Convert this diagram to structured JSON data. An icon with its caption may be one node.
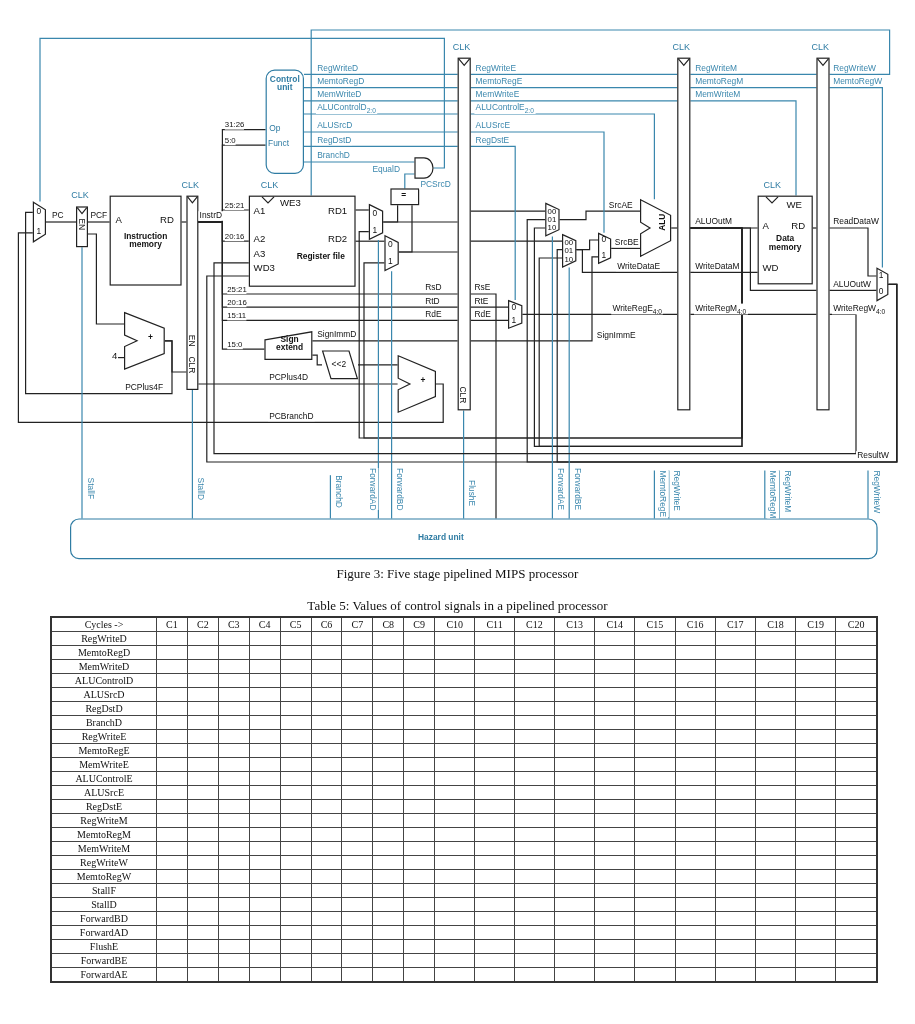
{
  "diagram": {
    "caption": "Figure 3: Five stage pipelined MIPS processor",
    "nodes": [
      {
        "text": [
          "0",
          "1"
        ]
      },
      {
        "text": [
          "EN"
        ],
        "beside": [
          "CLK"
        ]
      },
      {
        "text": [
          "A",
          "RD",
          "Instruction memory"
        ]
      },
      {
        "text": [
          "EN",
          "CLR"
        ],
        "beside": [
          "CLK"
        ]
      },
      {
        "text": [
          "+"
        ],
        "beside": [
          "4"
        ]
      },
      {
        "text": [
          "Control unit",
          "Op",
          "Funct"
        ]
      },
      {
        "text": [
          "WE3",
          "A1",
          "A2",
          "A3",
          "WD3",
          "RD1",
          "RD2",
          "Register file"
        ],
        "beside": [
          "CLK"
        ]
      },
      {
        "text": [
          "0",
          "1"
        ]
      },
      {
        "text": [
          "0",
          "1"
        ]
      },
      {
        "text": [
          "="
        ]
      },
      {
        "text": [],
        "shape": "gate"
      },
      {
        "text": [
          "Sign extend"
        ]
      },
      {
        "text": [
          "<<2"
        ]
      },
      {
        "text": [
          "+"
        ]
      },
      {
        "text": [
          "CLR"
        ],
        "beside": [
          "CLK"
        ]
      },
      {
        "text": [
          "00",
          "01",
          "10"
        ]
      },
      {
        "text": [
          "00",
          "01",
          "10"
        ]
      },
      {
        "text": [
          "0",
          "1"
        ]
      },
      {
        "text": [
          "ALU"
        ]
      },
      {
        "text": [
          "0",
          "1"
        ]
      },
      {
        "text": [],
        "shape": "bar",
        "beside": [
          "CLK"
        ]
      },
      {
        "text": [
          "WE",
          "A",
          "RD",
          "Data memory",
          "WD"
        ],
        "beside": [
          "CLK"
        ]
      },
      {
        "text": [],
        "shape": "bar",
        "beside": [
          "CLK"
        ]
      },
      {
        "text": [
          "1",
          "0"
        ]
      },
      {
        "text": [
          "Hazard unit"
        ]
      }
    ],
    "edges": [
      {
        "from": 0,
        "to": 1,
        "arrow": "none",
        "label": "PC"
      },
      {
        "from": 1,
        "to": 2,
        "arrow": "none",
        "label": "PCF"
      },
      {
        "from": 2,
        "to": 3,
        "arrow": "none"
      },
      {
        "from": 3,
        "to": 6,
        "arrow": "none",
        "label": "InstrD"
      },
      {
        "from": 3,
        "to": 6,
        "arrow": "none"
      },
      {
        "from": 3,
        "to": 5,
        "arrow": "none"
      },
      {
        "from": 3,
        "to": 5,
        "arrow": "none"
      },
      {
        "from": 3,
        "to": 14,
        "arrow": "none",
        "label": "RsD"
      },
      {
        "from": 3,
        "to": 14,
        "arrow": "none",
        "label": "RtD"
      },
      {
        "from": 3,
        "to": 14,
        "arrow": "none",
        "label": "RdE"
      },
      {
        "from": 3,
        "to": 11,
        "arrow": "none"
      },
      {
        "from": 1,
        "to": 4,
        "arrow": "none"
      },
      {
        "from": 4,
        "to": 3,
        "arrow": "none"
      },
      {
        "from": 4,
        "to": 0,
        "arrow": "none",
        "label": "PCPlus4F"
      },
      {
        "from": 3,
        "to": 13,
        "arrow": "none",
        "label": "PCPlus4D"
      },
      {
        "from": 13,
        "to": 0,
        "arrow": "none",
        "label": "PCBranchD"
      },
      {
        "from": 11,
        "to": 12,
        "arrow": "none"
      },
      {
        "from": 11,
        "to": 14,
        "arrow": "none",
        "label": "SignImmD"
      },
      {
        "from": 12,
        "to": 13,
        "arrow": "none"
      },
      {
        "from": 6,
        "to": 7,
        "arrow": "none"
      },
      {
        "from": 6,
        "to": 8,
        "arrow": "none"
      },
      {
        "from": 7,
        "to": 9,
        "arrow": "none"
      },
      {
        "from": 8,
        "to": 9,
        "arrow": "none"
      },
      {
        "from": 9,
        "to": 10,
        "arrow": "none",
        "label": "EqualD",
        "color": "#3a87ad"
      },
      {
        "from": 5,
        "to": 10,
        "arrow": "none",
        "label": "BranchD",
        "color": "#3a87ad"
      },
      {
        "from": 10,
        "to": 0,
        "arrow": "none",
        "label": "PCSrcD",
        "color": "#3a87ad"
      },
      {
        "from": 5,
        "to": 14,
        "arrow": "none",
        "label": "RegWriteD",
        "color": "#3a87ad"
      },
      {
        "from": 5,
        "to": 14,
        "arrow": "none",
        "label": "MemtoRegD",
        "color": "#3a87ad"
      },
      {
        "from": 5,
        "to": 14,
        "arrow": "none",
        "label": "MemWriteD",
        "color": "#3a87ad"
      },
      {
        "from": 5,
        "to": 14,
        "arrow": "none",
        "label": "ALUControlD$_{2:0}$",
        "color": "#3a87ad"
      },
      {
        "from": 5,
        "to": 14,
        "arrow": "none",
        "label": "ALUSrcD",
        "color": "#3a87ad"
      },
      {
        "from": 5,
        "to": 14,
        "arrow": "none",
        "label": "RegDstD",
        "color": "#3a87ad"
      },
      {
        "from": 7,
        "to": 14,
        "arrow": "none"
      },
      {
        "from": 8,
        "to": 14,
        "arrow": "none"
      },
      {
        "from": 14,
        "to": 15,
        "arrow": "none"
      },
      {
        "from": 14,
        "to": 16,
        "arrow": "none"
      },
      {
        "from": 15,
        "to": 18,
        "arrow": "none",
        "label": "SrcAE"
      },
      {
        "from": 16,
        "to": 17,
        "arrow": "none"
      },
      {
        "from": 16,
        "to": 20,
        "arrow": "none",
        "label": "WriteDataE"
      },
      {
        "from": 14,
        "to": 17,
        "arrow": "none",
        "label": "SignImmE"
      },
      {
        "from": 17,
        "to": 18,
        "arrow": "none",
        "label": "SrcBE"
      },
      {
        "from": 14,
        "to": 18,
        "arrow": "none",
        "label": "ALUControlE$_{2:0}$",
        "color": "#3a87ad"
      },
      {
        "from": 14,
        "to": 17,
        "arrow": "none",
        "label": "ALUSrcE",
        "color": "#3a87ad"
      },
      {
        "from": 14,
        "to": 19,
        "arrow": "none",
        "label": "RegDstE",
        "color": "#3a87ad"
      },
      {
        "from": 14,
        "to": 19,
        "arrow": "none",
        "label": "RtE"
      },
      {
        "from": 14,
        "to": 19,
        "arrow": "none",
        "label": "RdE"
      },
      {
        "from": 19,
        "to": 20,
        "arrow": "none",
        "label": "WriteRegE$_{4:0}$"
      },
      {
        "from": 18,
        "to": 20,
        "arrow": "none"
      },
      {
        "from": 14,
        "to": 20,
        "arrow": "none",
        "label": "RegWriteE",
        "color": "#3a87ad"
      },
      {
        "from": 14,
        "to": 20,
        "arrow": "none",
        "label": "MemtoRegE",
        "color": "#3a87ad"
      },
      {
        "from": 14,
        "to": 20,
        "arrow": "none",
        "label": "MemWriteE",
        "color": "#3a87ad"
      },
      {
        "from": 20,
        "to": 21,
        "arrow": "none",
        "label": "ALUOutM"
      },
      {
        "from": 20,
        "to": 21,
        "arrow": "none",
        "label": "WriteDataM"
      },
      {
        "from": 20,
        "to": 21,
        "arrow": "none",
        "label": "MemWriteM",
        "color": "#3a87ad"
      },
      {
        "from": 20,
        "to": 22,
        "arrow": "none",
        "label": "RegWriteM",
        "color": "#3a87ad"
      },
      {
        "from": 20,
        "to": 22,
        "arrow": "none",
        "label": "MemtoRegM",
        "color": "#3a87ad"
      },
      {
        "from": 20,
        "to": 22,
        "arrow": "none"
      },
      {
        "from": 20,
        "to": 22,
        "arrow": "none",
        "label": "WriteRegM$_{4:0}$"
      },
      {
        "from": 21,
        "to": 22,
        "arrow": "none"
      },
      {
        "from": 22,
        "to": 23,
        "arrow": "none",
        "label": "ReadDataW"
      },
      {
        "from": 22,
        "to": 23,
        "arrow": "none",
        "label": "ALUOutW"
      },
      {
        "from": 22,
        "to": 23,
        "arrow": "none",
        "label": "MemtoRegW",
        "color": "#3a87ad"
      },
      {
        "from": 22,
        "to": 6,
        "arrow": "none",
        "label": "RegWriteW",
        "color": "#3a87ad"
      },
      {
        "from": 23,
        "to": 6,
        "arrow": "none",
        "label": "ResultW"
      },
      {
        "from": 20,
        "to": 15,
        "arrow": "none"
      },
      {
        "from": 20,
        "to": 16,
        "arrow": "none"
      },
      {
        "from": 23,
        "to": 15,
        "arrow": "none"
      },
      {
        "from": 23,
        "to": 16,
        "arrow": "none"
      },
      {
        "from": 20,
        "to": 7,
        "arrow": "none"
      },
      {
        "from": 20,
        "to": 8,
        "arrow": "none"
      },
      {
        "from": 24,
        "to": 1,
        "arrow": "none",
        "label": "StallF",
        "color": "#3a87ad"
      },
      {
        "from": 24,
        "to": 3,
        "arrow": "none",
        "label": "StallD",
        "color": "#3a87ad"
      },
      {
        "from": null,
        "to": 24,
        "arrow": "none",
        "label": "BranchD",
        "color": "#3a87ad"
      },
      {
        "from": 24,
        "to": 7,
        "arrow": "none",
        "label": "ForwardAD",
        "color": "#3a87ad"
      },
      {
        "from": 24,
        "to": 8,
        "arrow": "none",
        "label": "ForwardBD",
        "color": "#3a87ad"
      },
      {
        "from": 24,
        "to": 14,
        "arrow": "none",
        "label": "FlushE",
        "color": "#3a87ad"
      },
      {
        "from": 24,
        "to": 15,
        "arrow": "none",
        "label": "ForwardAE",
        "color": "#3a87ad"
      },
      {
        "from": 24,
        "to": 16,
        "arrow": "none",
        "label": "ForwardBE",
        "color": "#3a87ad"
      },
      {
        "from": null,
        "to": 24,
        "arrow": "none",
        "label": "MemtoRegE",
        "color": "#3a87ad"
      },
      {
        "from": null,
        "to": 24,
        "arrow": "none",
        "label": "RegWriteE",
        "color": "#3a87ad"
      },
      {
        "from": null,
        "to": 24,
        "arrow": "none",
        "label": "MemtoRegM",
        "color": "#3a87ad"
      },
      {
        "from": null,
        "to": 24,
        "arrow": "none",
        "label": "RegWriteM",
        "color": "#3a87ad"
      },
      {
        "from": null,
        "to": 24,
        "arrow": "none",
        "label": "RegWriteW",
        "color": "#3a87ad"
      },
      {
        "from": 14,
        "to": 24,
        "arrow": "none",
        "label": "RsE"
      },
      {
        "from": 22,
        "to": 6,
        "arrow": "none",
        "label": "WriteRegW$_{4:0}$"
      }
    ],
    "labels": [
      "31:26",
      "5:0",
      "25:21",
      "20:16",
      "25:21",
      "20:16",
      "15:11",
      "15:0",
      "Table 5: Values of control signals in a pipelined processor",
      "Cycles ->",
      "C1",
      "C2",
      "C3",
      "C4",
      "C5",
      "C6",
      "C7",
      "C8",
      "C9",
      "C10",
      "C11",
      "C12",
      "C13",
      "C14",
      "C15",
      "C16",
      "C17",
      "C18",
      "C19",
      "C20",
      "RegWriteD",
      "MemtoRegD",
      "MemWriteD",
      "ALUControlD",
      "ALUSrcD",
      "RegDstD",
      "BranchD",
      "RegWriteE",
      "MemtoRegE",
      "MemWriteE",
      "ALUControlE",
      "ALUSrcE",
      "RegDstE",
      "RegWriteM",
      "MemtoRegM",
      "MemWriteM",
      "RegWriteW",
      "MemtoRegW",
      "StallF",
      "StallD",
      "ForwardBD",
      "ForwardAD",
      "FlushE",
      "ForwardBE",
      "ForwardAE"
    ]
  }
}
